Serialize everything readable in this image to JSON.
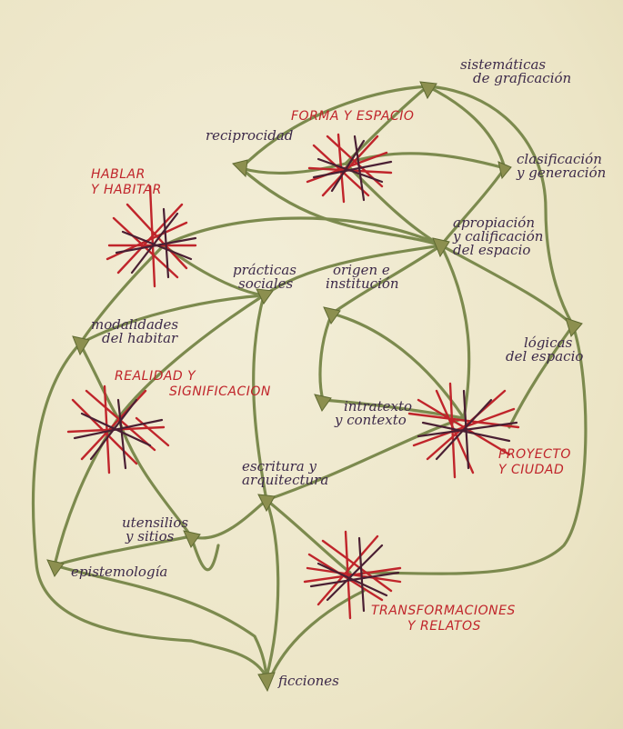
{
  "colors": {
    "paper": "#efe9cf",
    "line": "#7c8a4e",
    "line_fill": "#c9cc9a",
    "hub_red": "#c0252b",
    "hub_dark": "#4a1f33",
    "concept_ink": "#3d2a4a"
  },
  "hubs": {
    "forma": [
      "FORMA Y ESPACIO"
    ],
    "hablar": [
      "HABLAR",
      "Y HABITAR"
    ],
    "realidad": [
      "REALIDAD Y",
      "SIGNIFICACION"
    ],
    "proyecto": [
      "PROYECTO",
      "Y CIUDAD"
    ],
    "transformaciones": [
      "TRANSFORMACIONES",
      "Y RELATOS"
    ]
  },
  "concepts": {
    "sistematicas": [
      "sistemáticas",
      "de graficación"
    ],
    "reciprocidad": [
      "reciprocidad"
    ],
    "clasificacion": [
      "clasificación",
      "y generación"
    ],
    "apropiacion": [
      "apropiación",
      "y calificación",
      "del espacio"
    ],
    "practicas": [
      "prácticas",
      "sociales"
    ],
    "origen": [
      "origen e",
      "institución"
    ],
    "modalidades": [
      "modalidades",
      "del habitar"
    ],
    "logicas": [
      "lógicas",
      "del espacio"
    ],
    "intratexto": [
      "intratexto",
      "y contexto"
    ],
    "escritura": [
      "escritura y",
      "arquitectura"
    ],
    "utensilios": [
      "utensilios",
      "y sitios"
    ],
    "epistemologia": [
      "epistemología"
    ],
    "ficciones": [
      "ficciones"
    ]
  }
}
